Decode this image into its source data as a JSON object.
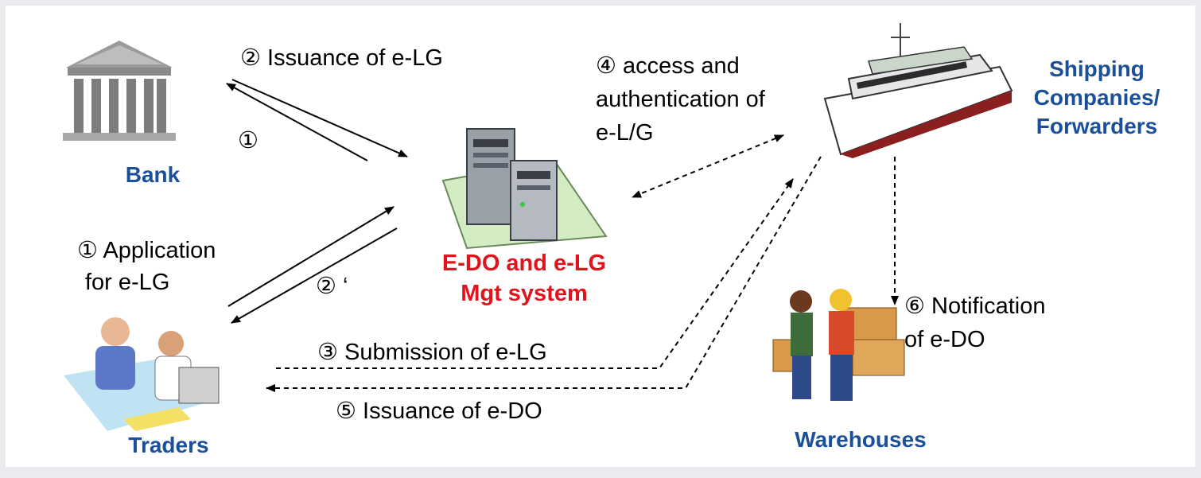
{
  "nodes": {
    "bank": "Bank",
    "traders": "Traders",
    "system_line1": "E-DO and e-LG",
    "system_line2": "Mgt system",
    "shipping_line1": "Shipping",
    "shipping_line2": "Companies/",
    "shipping_line3": "Forwarders",
    "warehouses": "Warehouses"
  },
  "steps": {
    "issuance_elg": "② Issuance of e-LG",
    "step1_marker": "①",
    "application_line1": "① Application",
    "application_line2": "for e-LG",
    "step2_prime": "② ‘",
    "access_line1": "④  access  and",
    "access_line2": "authentication of",
    "access_line3": "e-L/G",
    "submission": "③ Submission of e-LG",
    "issuance_edo": "⑤ Issuance of e-DO",
    "notification_line1": "⑥ Notification",
    "notification_line2": "of e-DO"
  },
  "colors": {
    "node_label": "#1a4f9a",
    "system_label": "#e0141c"
  },
  "icons": [
    "bank-building-icon",
    "server-computer-icon",
    "ship-icon",
    "traders-people-icon",
    "warehouse-workers-icon"
  ]
}
